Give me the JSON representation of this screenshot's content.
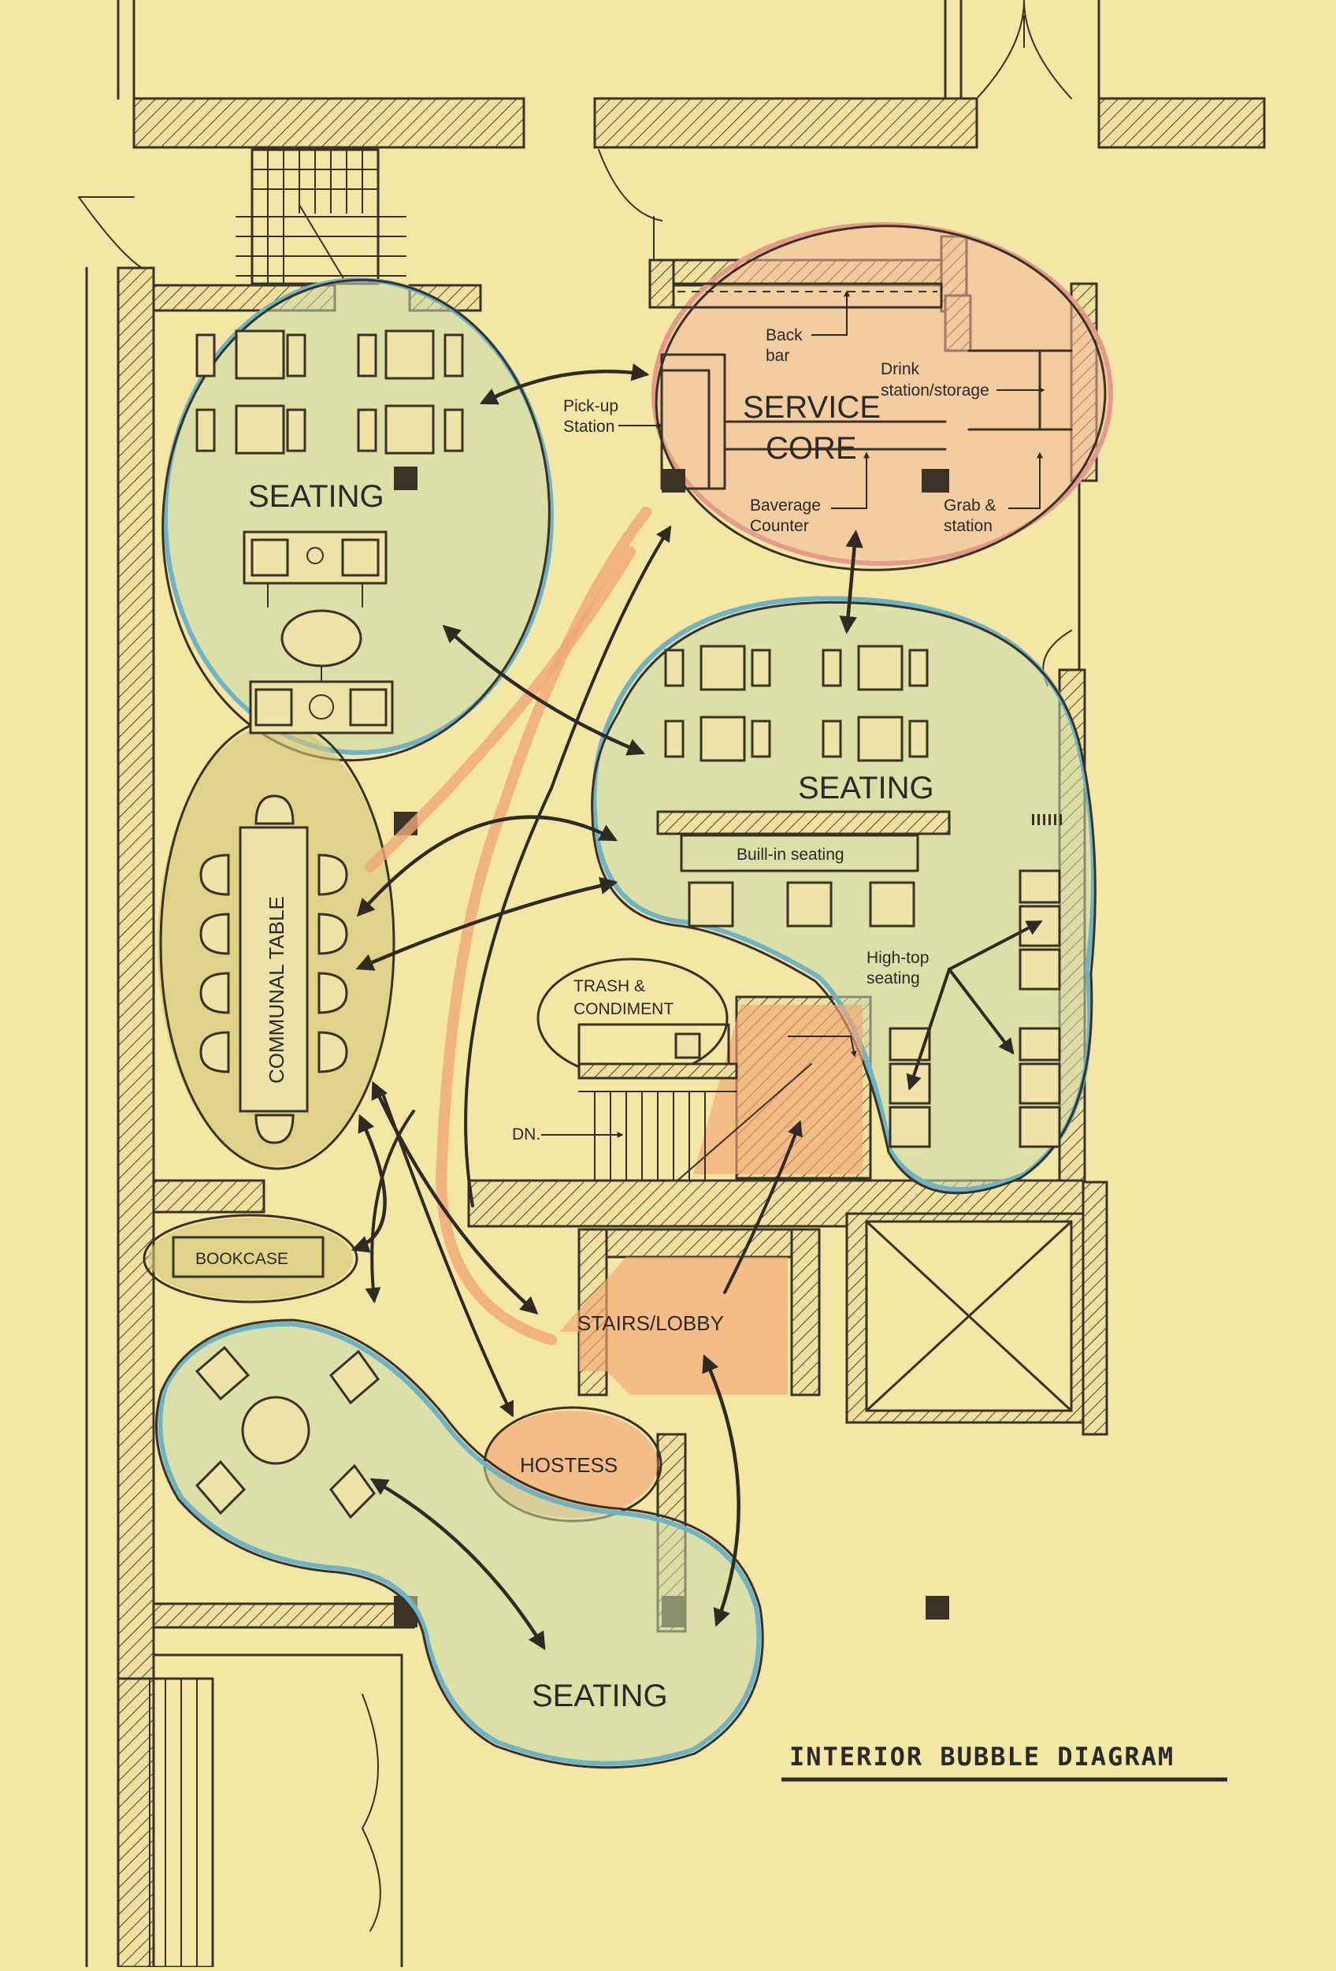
{
  "title": "INTERIOR BUBBLE DIAGRAM",
  "zones": {
    "seating_top_left": "SEATING",
    "service_core_line1": "SERVICE",
    "service_core_line2": "CORE",
    "seating_right": "SEATING",
    "communal_table": "COMMUNAL TABLE",
    "trash_line1": "TRASH &",
    "trash_line2": "CONDIMENT",
    "bookcase": "BOOKCASE",
    "stairs_lobby": "STAIRS/LOBBY",
    "hostess": "HOSTESS",
    "seating_bottom": "SEATING"
  },
  "callouts": {
    "back_bar_1": "Back",
    "back_bar_2": "bar",
    "drink_1": "Drink",
    "drink_2": "station/storage",
    "pickup_1": "Pick-up",
    "pickup_2": "Station",
    "beverage_1": "Baverage",
    "beverage_2": "Counter",
    "grab_1": "Grab &",
    "grab_2": "station",
    "builtin": "Buill-in seating",
    "hightop_1": "High-top",
    "hightop_2": "seating",
    "dn": "DN."
  },
  "colors": {
    "paper": "#f4e6a4",
    "seating_bubble": "#6fb3c6",
    "service_bubble": "#e59a8c",
    "lobby_fill": "#f3a874",
    "ink": "#3a3226"
  }
}
